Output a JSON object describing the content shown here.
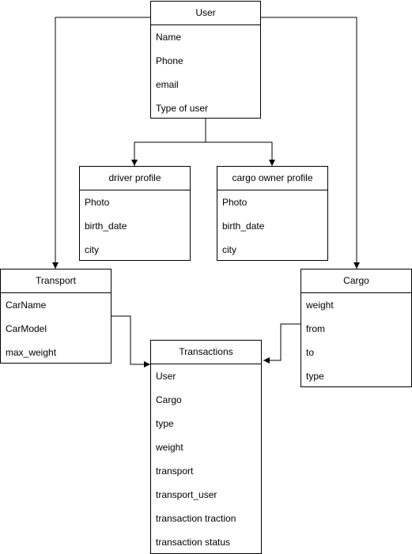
{
  "entities": {
    "user": {
      "title": "User",
      "fields": [
        "Name",
        "Phone",
        "email",
        "Type of user"
      ]
    },
    "driver": {
      "title": "driver profile",
      "fields": [
        "Photo",
        "birth_date",
        "city"
      ]
    },
    "owner": {
      "title": "cargo owner profile",
      "fields": [
        "Photo",
        "birth_date",
        "city"
      ]
    },
    "transport": {
      "title": "Transport",
      "fields": [
        "CarName",
        "CarModel",
        "max_weight"
      ]
    },
    "cargo": {
      "title": "Cargo",
      "fields": [
        "weight",
        "from",
        "to",
        "type"
      ]
    },
    "transactions": {
      "title": "Transactions",
      "fields": [
        "User",
        "Cargo",
        "type",
        "weight",
        "transport",
        "transport_user",
        "transaction traction",
        "transaction status"
      ]
    }
  },
  "colors": {
    "line": "#000000",
    "background": "#ffffff"
  }
}
